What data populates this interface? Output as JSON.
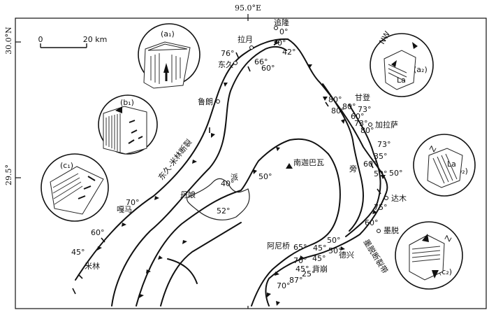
{
  "map": {
    "longitude_label": "95.0°E",
    "lat_top": "30.0°N",
    "lat_mid": "29.5°",
    "scale": {
      "zero": "0",
      "distance": "20 km"
    }
  },
  "places": {
    "zhuilong": "追隆",
    "layue": "拉月",
    "dongjiu": "东久",
    "lulang": "鲁朗",
    "danniang": "丹娘",
    "pai": "派",
    "gama": "嘎马",
    "milin": "米林",
    "namjagbarwa": "南迦巴瓦",
    "ganden": "甘登",
    "jialasa": "加拉萨",
    "pang": "旁",
    "damu": "达木",
    "medog": "墨脱",
    "anniqiao": "阿尼桥",
    "dexing": "德兴",
    "beibeng": "背崩"
  },
  "faults": {
    "dongjiu_milin": "东久-米林断裂",
    "medog_zone": "墨脱断裂带"
  },
  "insets": {
    "a1": "(a₁)",
    "b1": "(b₁)",
    "c1": "(c₁)",
    "a2": "(a₂)",
    "b2": "(b₂)",
    "c2": "(c₂)",
    "nw": "NW",
    "z": "Z",
    "la": "La"
  },
  "dips": {
    "d0": "0°",
    "d70a": "70°",
    "d42": "42°",
    "d76": "76°",
    "d66": "66°",
    "d60a": "60°",
    "d80a": "80°",
    "d80b": "80°",
    "d80c": "80°",
    "d73a": "73°",
    "d60b": "60°",
    "d73b": "73°",
    "d80d": "80°",
    "d73c": "73°",
    "d50a": "50°",
    "d60c": "60°",
    "d50b": "50°",
    "d35": "35°",
    "d75": "75°",
    "d60d": "60°",
    "d50c": "50°",
    "d40": "40°",
    "d52": "52°",
    "d70b": "70°",
    "d60e": "60°",
    "d45a": "45°",
    "d65": "65°",
    "d45b": "45°",
    "d45c": "45°",
    "d70c": "70°",
    "d45d": "45°",
    "d25": "25°",
    "d87": "87°",
    "d70d": "70°",
    "d50d": "50°",
    "d50e": "50°"
  }
}
